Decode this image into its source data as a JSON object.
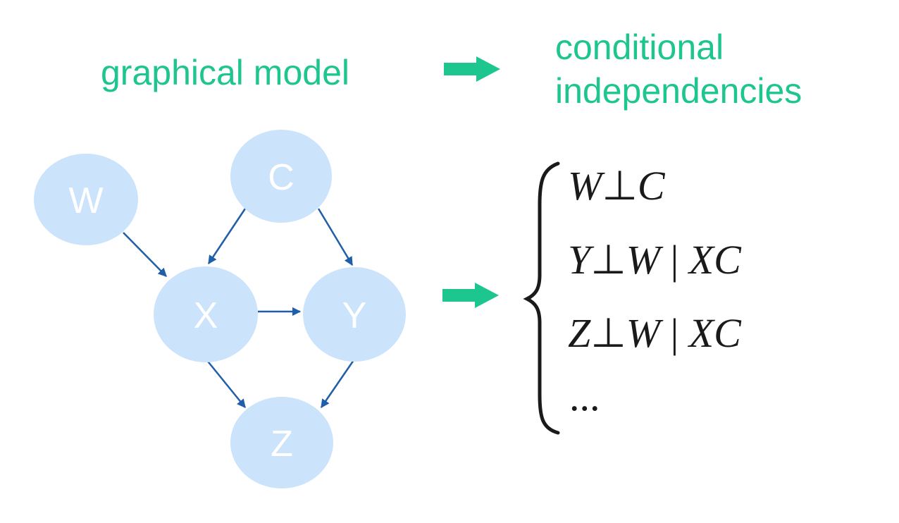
{
  "headings": {
    "left": "graphical model",
    "right_line1": "conditional",
    "right_line2": "independencies"
  },
  "nodes": [
    {
      "id": "W",
      "label": "W"
    },
    {
      "id": "C",
      "label": "C"
    },
    {
      "id": "X",
      "label": "X"
    },
    {
      "id": "Y",
      "label": "Y"
    },
    {
      "id": "Z",
      "label": "Z"
    }
  ],
  "edges": [
    {
      "from": "W",
      "to": "X"
    },
    {
      "from": "C",
      "to": "X"
    },
    {
      "from": "C",
      "to": "Y"
    },
    {
      "from": "X",
      "to": "Y"
    },
    {
      "from": "X",
      "to": "Z"
    },
    {
      "from": "Y",
      "to": "Z"
    }
  ],
  "independencies": [
    {
      "a": "W",
      "b": "C",
      "given": ""
    },
    {
      "a": "Y",
      "b": "W",
      "given": "XC"
    },
    {
      "a": "Z",
      "b": "W",
      "given": "XC"
    }
  ],
  "ellipsis": "...",
  "colors": {
    "accent": "#1dc58f",
    "node_fill": "#cbe3fb",
    "edge": "#1f5ea8",
    "text_dark": "#1a1a1a"
  }
}
